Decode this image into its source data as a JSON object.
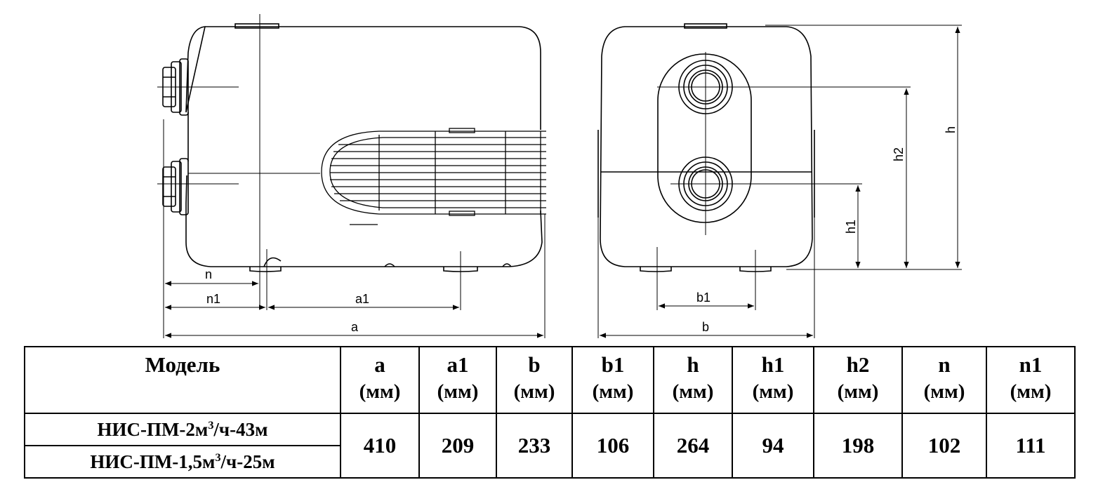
{
  "dimension_labels": {
    "a": "a",
    "a1": "a1",
    "b": "b",
    "b1": "b1",
    "h": "h",
    "h1": "h1",
    "h2": "h2",
    "n": "n",
    "n1": "n1"
  },
  "table": {
    "model_header": "Модель",
    "unit": "(мм)",
    "columns": [
      "a",
      "a1",
      "b",
      "b1",
      "h",
      "h1",
      "h2",
      "n",
      "n1"
    ],
    "models": [
      {
        "prefix": "НИС-ПМ-2м",
        "sup": "3",
        "suffix": "/ч-43м"
      },
      {
        "prefix": "НИС-ПМ-1,5м",
        "sup": "3",
        "suffix": "/ч-25м"
      }
    ],
    "values": [
      "410",
      "209",
      "233",
      "106",
      "264",
      "94",
      "198",
      "102",
      "111"
    ]
  }
}
